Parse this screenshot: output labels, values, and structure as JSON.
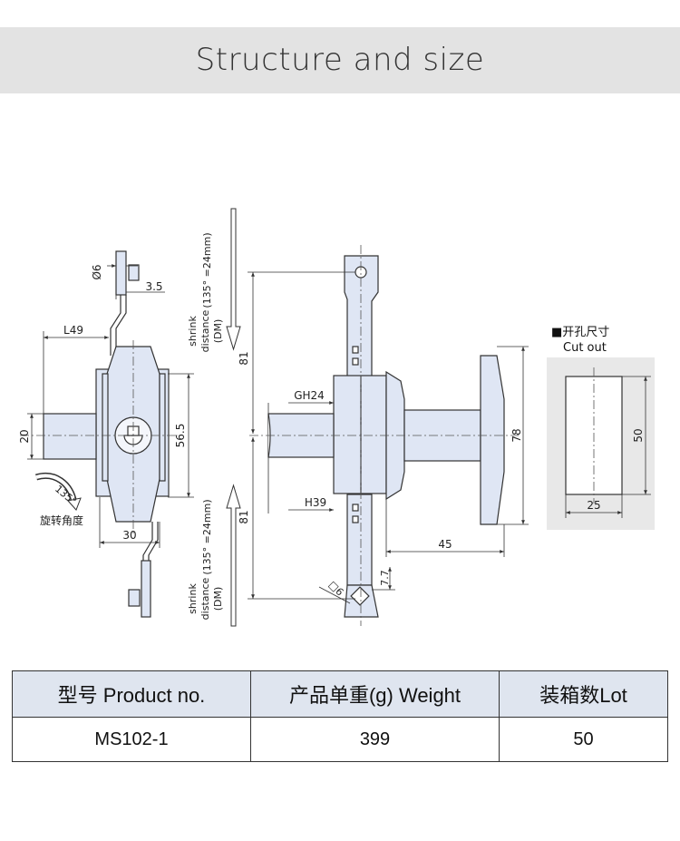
{
  "header": {
    "title": "Structure and size"
  },
  "drawing": {
    "dims": {
      "d6": "Ø6",
      "d3_5": "3.5",
      "L49": "L49",
      "d20": "20",
      "d56_5": "56.5",
      "d30": "30",
      "d81_top": "81",
      "d81_bottom": "81",
      "GH24": "GH24",
      "H39": "H39",
      "d78": "78",
      "d45": "45",
      "d7_7": "7.7",
      "sq6": "□6",
      "d50": "50",
      "d25": "25"
    },
    "rotation": {
      "angle": "135°",
      "label": "旋转角度"
    },
    "shrink_top": {
      "line1": "shrink",
      "line2": "distance",
      "line3": "(DM)",
      "formula": "(135° =24mm)"
    },
    "shrink_bottom": {
      "line1": "shrink",
      "line2": "distance",
      "line3": "(DM)",
      "formula": "(135° =24mm)"
    },
    "cutout": {
      "title_cn": "■开孔尺寸",
      "title_en": "Cut out"
    }
  },
  "table": {
    "headers": [
      "型号 Product no.",
      "产品单重(g) Weight",
      "装箱数Lot"
    ],
    "rows": [
      [
        "MS102-1",
        "399",
        "50"
      ]
    ]
  },
  "colors": {
    "part_fill": "#dfe6f4",
    "banner": "#e3e3e3",
    "header_row": "#dfe5ef"
  }
}
